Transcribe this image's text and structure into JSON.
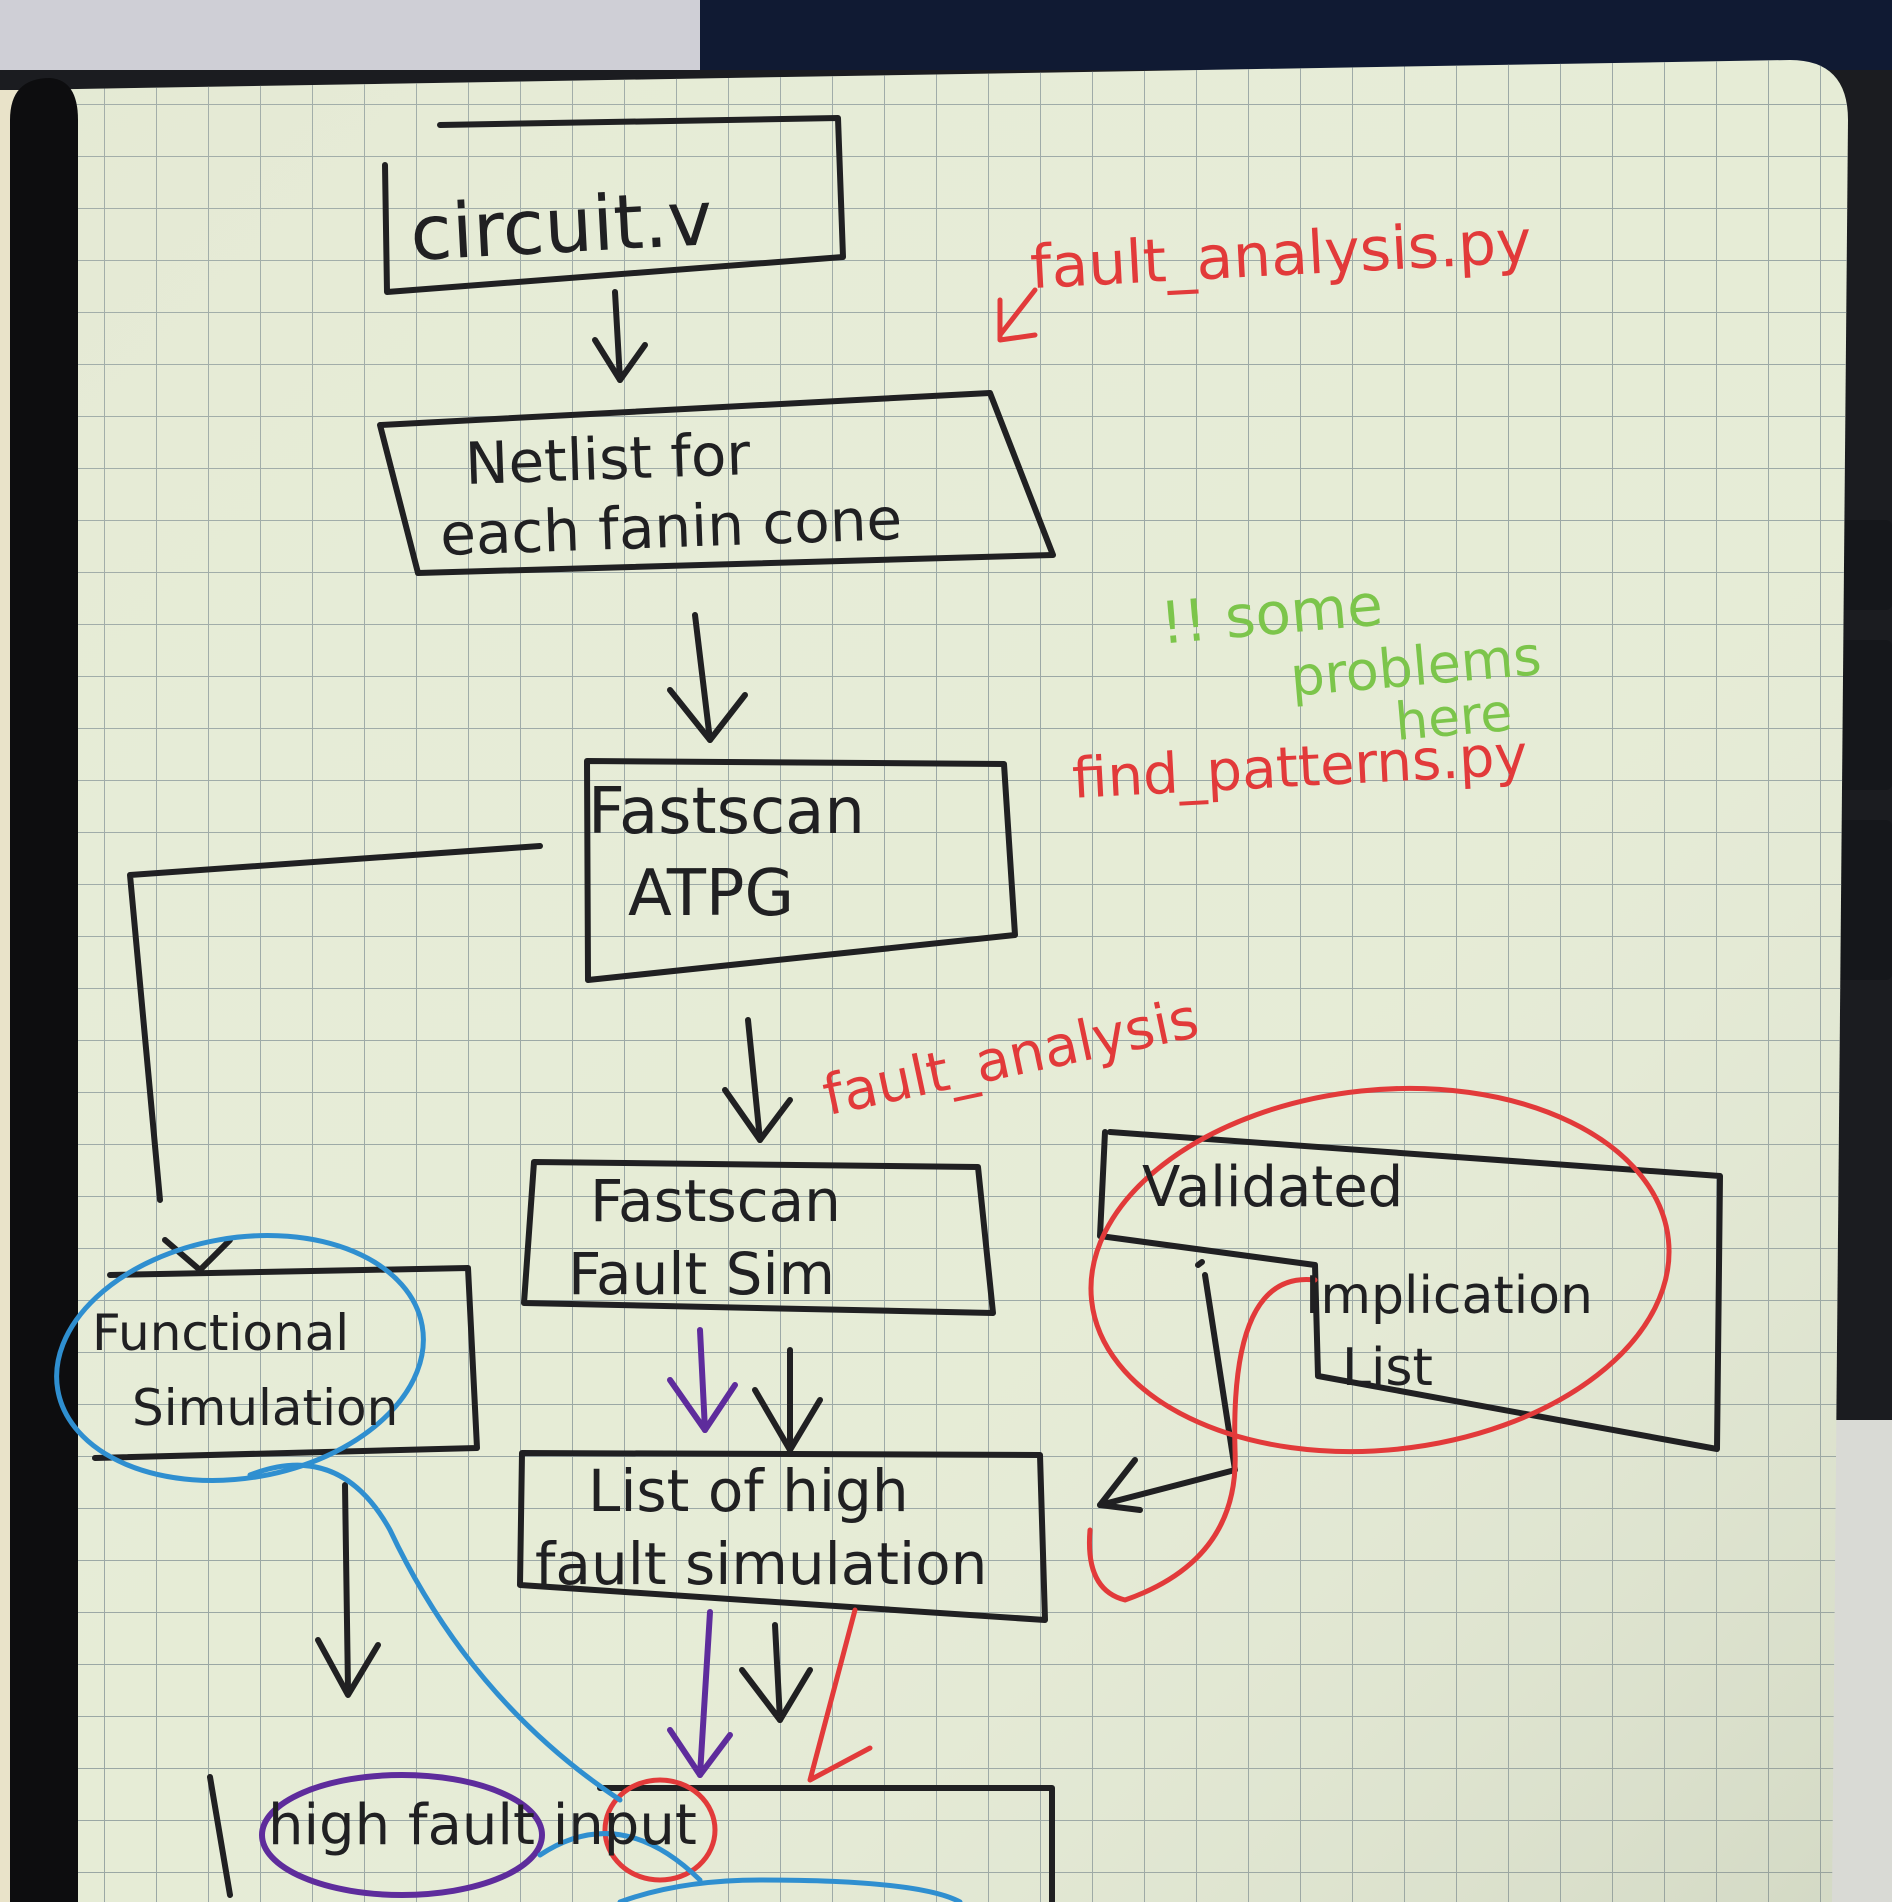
{
  "notebook": {
    "paper_color": "#e6ecd6",
    "grid_color": "#9aa7a4",
    "black_ink": "#202022",
    "red_ink": "#e23a3a",
    "green_ink": "#7cc54b",
    "blue_ink": "#2f8fd0",
    "purple_ink": "#5e2c9c"
  },
  "boxes": {
    "circuit": "circuit.v",
    "netlist_line1": "Netlist for",
    "netlist_line2": "each fanin cone",
    "fastscan_atpg_line1": "Fastscan",
    "fastscan_atpg_line2": "ATPG",
    "fastscan_faultsim_line1": "Fastscan",
    "fastscan_faultsim_line2": "Fault Sim",
    "validated_line1": "Validated",
    "validated_line2": "Implication",
    "validated_line3": "List",
    "functional_line1": "Functional",
    "functional_line2": "Simulation",
    "high_fault_line1": "List of high",
    "high_fault_line2": "fault simulation",
    "bottom": "high fault input"
  },
  "annotations": {
    "fault_analysis_script": "fault_analysis.py",
    "find_patterns_script": "find_patterns.py",
    "fault_analysis_short": "fault_analysis",
    "problem_line1": "!! some",
    "problem_line2": "problems",
    "problem_line3": "here"
  }
}
